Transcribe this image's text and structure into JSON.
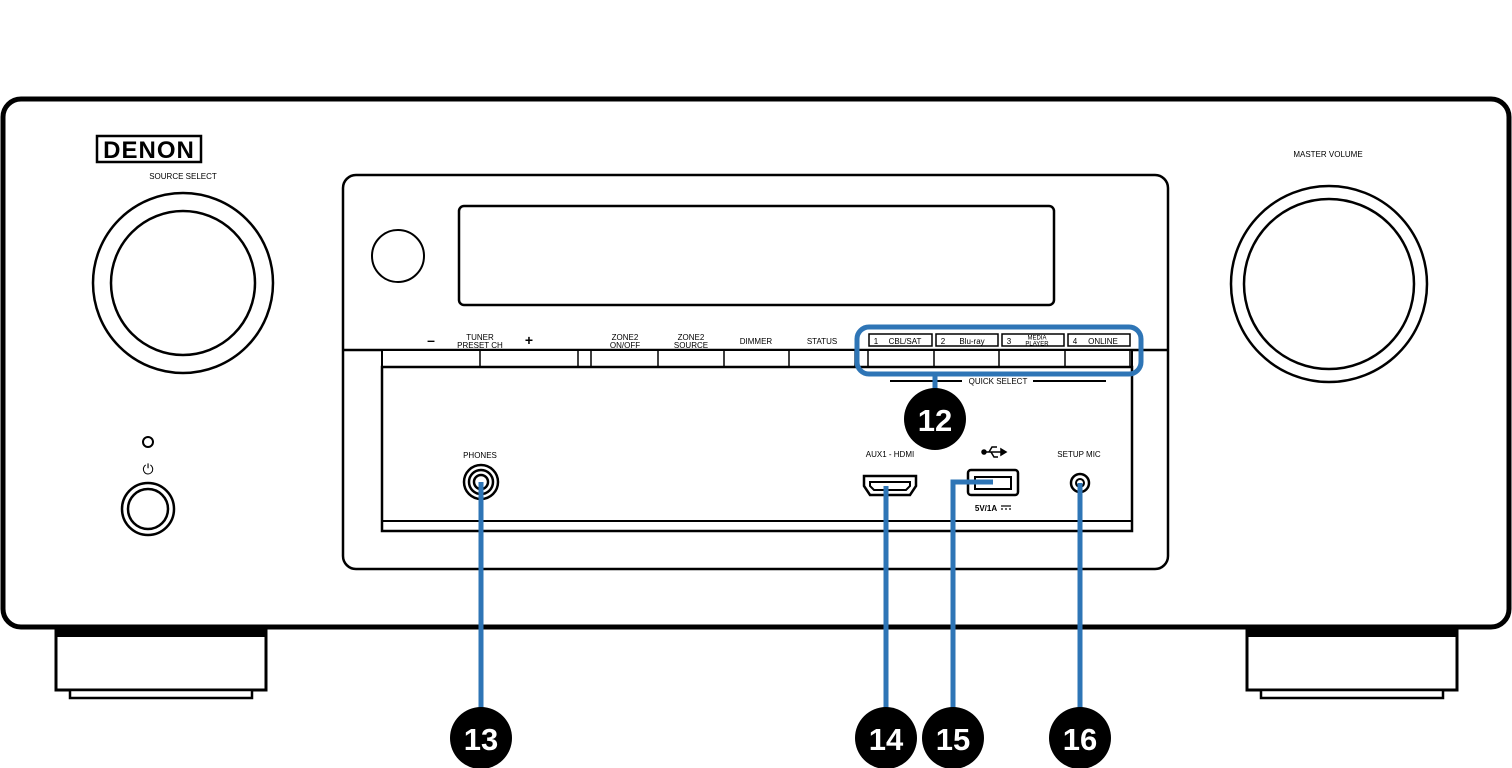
{
  "brand": "DENON",
  "labels": {
    "source_select": "SOURCE SELECT",
    "master_volume": "MASTER VOLUME",
    "tuner_preset_line1": "TUNER",
    "tuner_preset_line2": "PRESET CH",
    "minus": "–",
    "plus": "+",
    "zone2_onoff_line1": "ZONE2",
    "zone2_onoff_line2": "ON/OFF",
    "zone2_source_line1": "ZONE2",
    "zone2_source_line2": "SOURCE",
    "dimmer": "DIMMER",
    "status": "STATUS",
    "quick_select": "QUICK SELECT",
    "phones": "PHONES",
    "aux1_hdmi": "AUX1 - HDMI",
    "usb_rating": "5V/1A",
    "setup_mic": "SETUP MIC",
    "power_symbol": "⏻"
  },
  "quick_select_buttons": [
    {
      "num": "1",
      "label": "CBL/SAT"
    },
    {
      "num": "2",
      "label": "Blu-ray"
    },
    {
      "num": "3",
      "label_line1": "MEDIA",
      "label_line2": "PLAYER"
    },
    {
      "num": "4",
      "label": "ONLINE"
    }
  ],
  "callouts": [
    "12",
    "13",
    "14",
    "15",
    "16"
  ],
  "colors": {
    "callout_line": "#2e75b6",
    "callout_circle": "#000000",
    "outline": "#000000"
  }
}
